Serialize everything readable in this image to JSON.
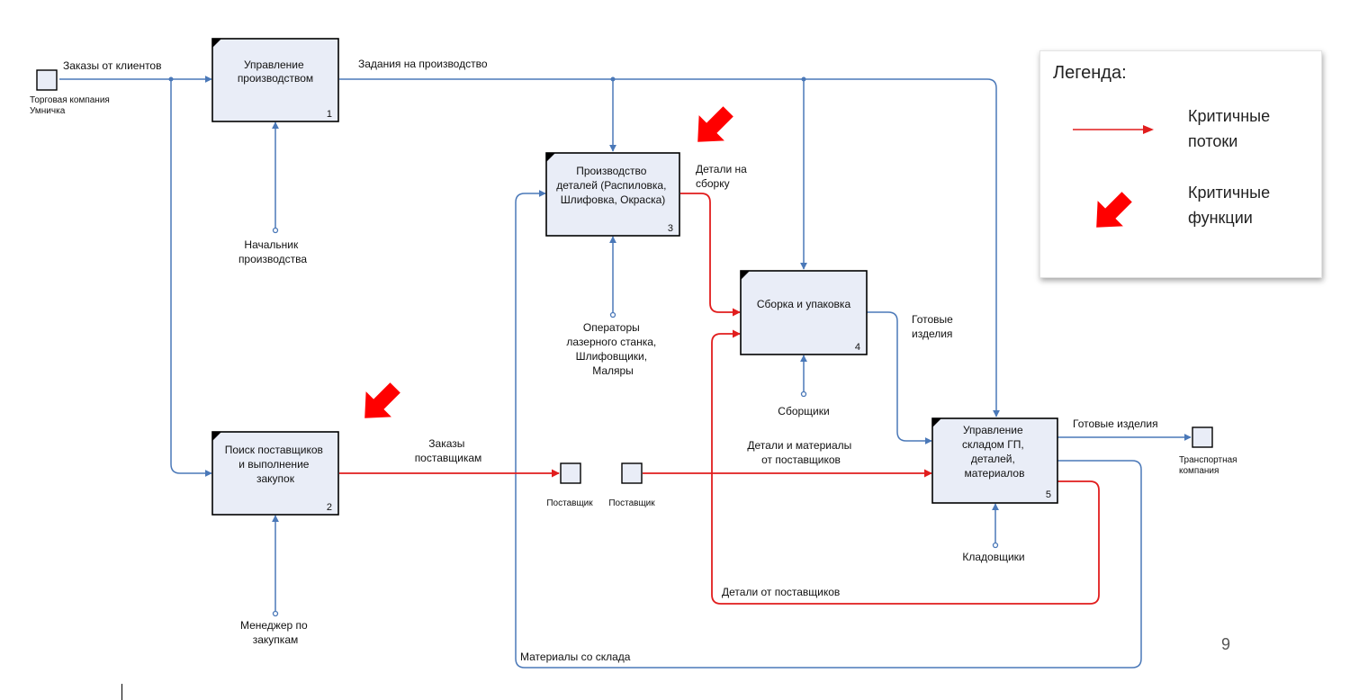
{
  "diagram": {
    "functions": [
      {
        "id": "f1",
        "label_lines": [
          "Управление",
          "производством"
        ],
        "number": "1"
      },
      {
        "id": "f2",
        "label_lines": [
          "Поиск поставщиков",
          "и выполнение",
          "закупок"
        ],
        "number": "2"
      },
      {
        "id": "f3",
        "label_lines": [
          "Производство",
          "деталей (Распиловка,",
          "Шлифовка, Окраска)"
        ],
        "number": "3"
      },
      {
        "id": "f4",
        "label_lines": [
          "Сборка и упаковка"
        ],
        "number": "4"
      },
      {
        "id": "f5",
        "label_lines": [
          "Управление",
          "складом ГП,",
          "деталей,",
          "материалов"
        ],
        "number": "5"
      }
    ],
    "externals": [
      {
        "id": "trade",
        "label_lines": [
          "Торговая компания",
          "Умничка"
        ]
      },
      {
        "id": "supplier_a",
        "label_lines": [
          "Поставщик"
        ]
      },
      {
        "id": "supplier_b",
        "label_lines": [
          "Поставщик"
        ]
      },
      {
        "id": "transport",
        "label_lines": [
          "Транспортная",
          "компания"
        ]
      }
    ],
    "flows": [
      {
        "id": "client_orders",
        "label_lines": [
          "Заказы от клиентов"
        ],
        "critical": false
      },
      {
        "id": "production_tasks",
        "label_lines": [
          "Задания на производство"
        ],
        "critical": false
      },
      {
        "id": "supplier_orders",
        "label_lines": [
          "Заказы",
          "поставщикам"
        ],
        "critical": true
      },
      {
        "id": "parts_assembly",
        "label_lines": [
          "Детали на",
          "сборку"
        ],
        "critical": true
      },
      {
        "id": "finished_goods_in",
        "label_lines": [
          "Готовые",
          "изделия"
        ],
        "critical": false
      },
      {
        "id": "parts_materials_suppliers",
        "label_lines": [
          "Детали и материалы",
          "от поставщиков"
        ],
        "critical": true
      },
      {
        "id": "finished_goods_out",
        "label_lines": [
          "Готовые изделия"
        ],
        "critical": false
      },
      {
        "id": "parts_from_suppliers",
        "label_lines": [
          "Детали от поставщиков"
        ],
        "critical": true
      },
      {
        "id": "materials_warehouse",
        "label_lines": [
          "Материалы со склада"
        ],
        "critical": false
      }
    ],
    "mechanisms": [
      {
        "id": "m1",
        "label_lines": [
          "Начальник",
          "производства"
        ]
      },
      {
        "id": "m2",
        "label_lines": [
          "Менеджер по",
          "закупкам"
        ]
      },
      {
        "id": "m3",
        "label_lines": [
          "Операторы",
          "лазерного станка,",
          "Шлифовщики,",
          "Маляры"
        ]
      },
      {
        "id": "m4",
        "label_lines": [
          "Сборщики"
        ]
      },
      {
        "id": "m5",
        "label_lines": [
          "Кладовщики"
        ]
      }
    ],
    "critical_function_markers": [
      "f2",
      "f3"
    ]
  },
  "legend": {
    "title": "Легенда:",
    "critical_flows": "Критичные потоки",
    "critical_functions": "Критичные функции"
  },
  "colors": {
    "critical": "#e11d1d",
    "normal_flow": "#4a78b8",
    "function_fill": "#e9edf7"
  },
  "page_number": "9"
}
